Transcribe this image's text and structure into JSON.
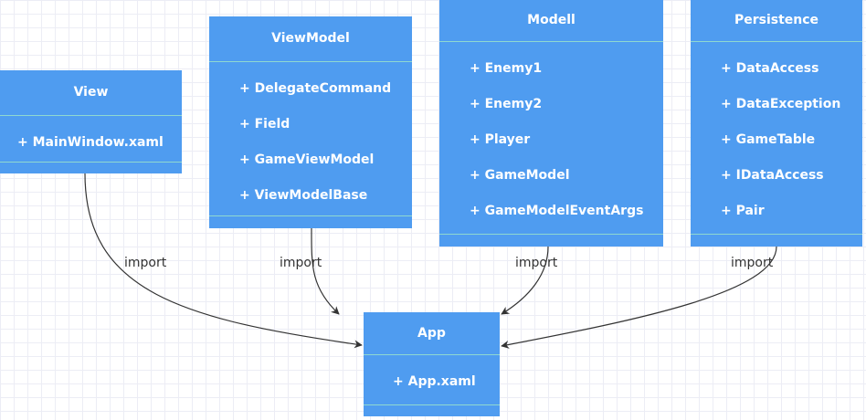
{
  "colors": {
    "box_fill": "#4f9cf0",
    "box_divider": "#8fd8d0",
    "edge": "#333333",
    "grid": "#ecedf5"
  },
  "packages": {
    "view": {
      "title": "View",
      "items": [
        "+ MainWindow.xaml"
      ]
    },
    "viewmodel": {
      "title": "ViewModel",
      "items": [
        "+ DelegateCommand",
        "+ Field",
        "+ GameViewModel",
        "+ ViewModelBase"
      ]
    },
    "modell": {
      "title": "Modell",
      "items": [
        "+ Enemy1",
        "+ Enemy2",
        "+ Player",
        "+ GameModel",
        "+ GameModelEventArgs"
      ]
    },
    "persistence": {
      "title": "Persistence",
      "items": [
        "+ DataAccess",
        "+ DataException",
        "+ GameTable",
        "+ IDataAccess",
        "+ Pair"
      ]
    },
    "app": {
      "title": "App",
      "items": [
        "+ App.xaml"
      ]
    }
  },
  "edges": [
    {
      "from": "View",
      "to": "App",
      "label": "import"
    },
    {
      "from": "ViewModel",
      "to": "App",
      "label": "import"
    },
    {
      "from": "Modell",
      "to": "App",
      "label": "import"
    },
    {
      "from": "Persistence",
      "to": "App",
      "label": "import"
    }
  ]
}
